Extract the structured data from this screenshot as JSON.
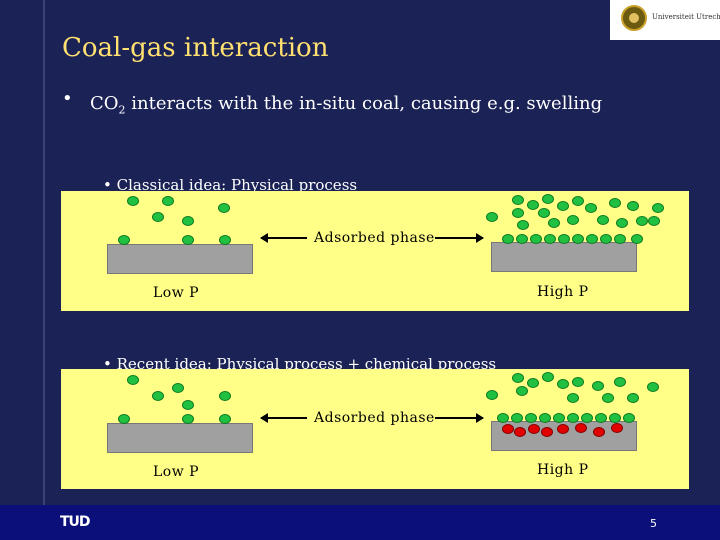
{
  "header": {
    "title": "Coal-gas interaction",
    "university_logo_text": "Universiteit Utrecht"
  },
  "bullets": {
    "main_symbol": "•",
    "main_text_prefix": "CO",
    "main_text_sub": "2",
    "main_text_rest": " interacts with the in-situ coal, causing e.g. swelling",
    "sub1": "• Classical idea: Physical process",
    "sub2": "• Recent idea: Physical process      + chemical process"
  },
  "panels": [
    {
      "center_label": "Adsorbed phase",
      "left_label": "Low P",
      "right_label": "High P"
    },
    {
      "center_label": "Adsorbed phase",
      "left_label": "Low P",
      "right_label": "High P"
    }
  ],
  "colors": {
    "background": "#1a2256",
    "title": "#ffe070",
    "panel": "#ffff88",
    "gas_molecule": "#22c040",
    "chemisorbed_molecule": "#e00000",
    "footer": "#0a0f7a"
  },
  "footer": {
    "logo_text": "TUD",
    "page_number": "5"
  }
}
